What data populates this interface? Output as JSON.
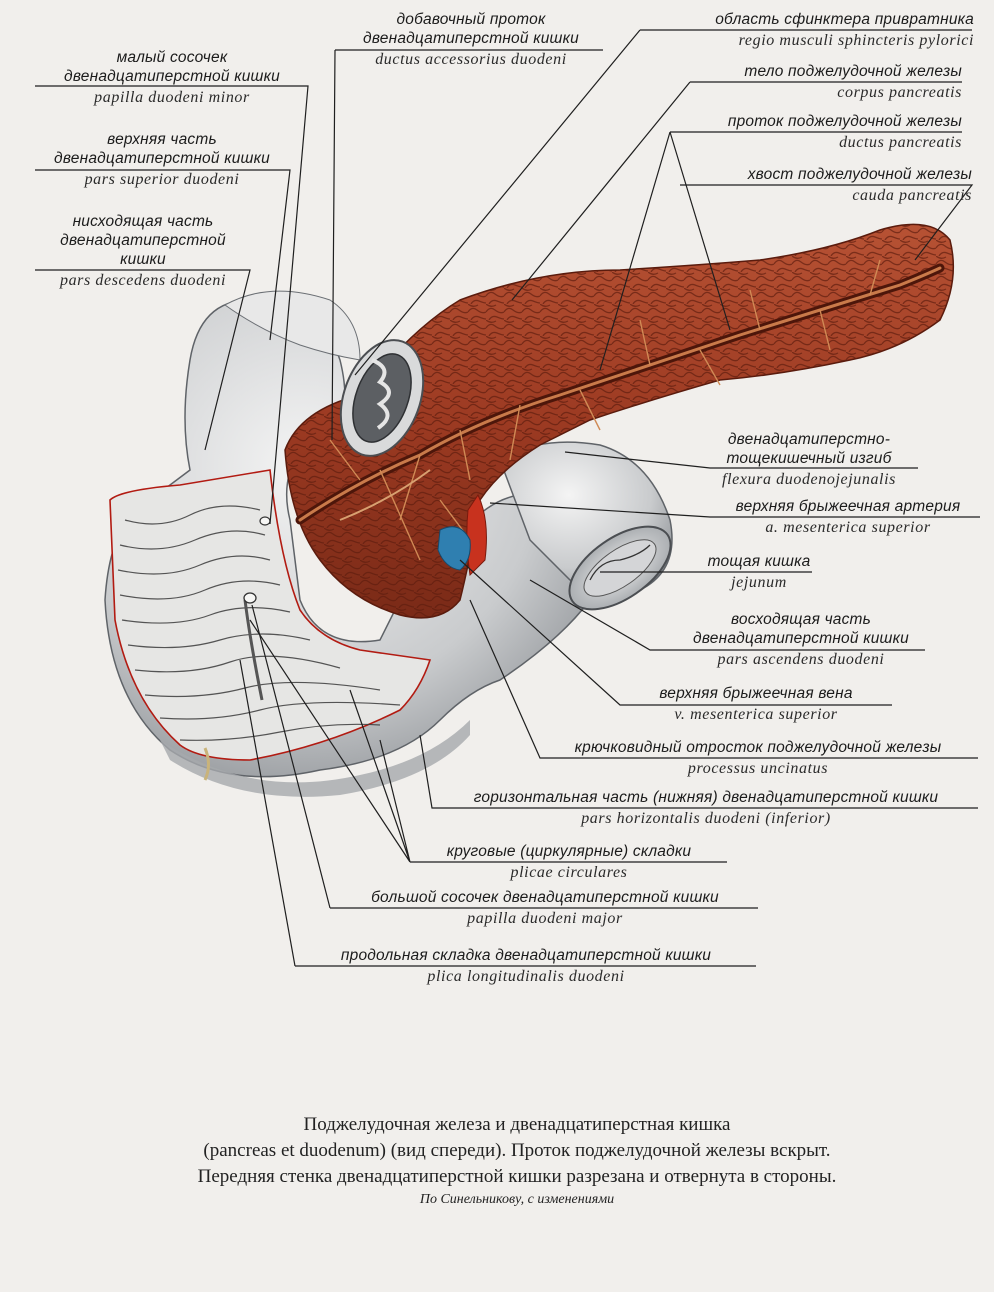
{
  "labels": {
    "dobavochny": {
      "ru": [
        "добавочный проток",
        "двенадцатиперстной кишки"
      ],
      "la": "ductus accessorius duodeni"
    },
    "sphincter": {
      "ru": [
        "область сфинктера привратника"
      ],
      "la": "regio musculi sphincteris pylorici"
    },
    "maly": {
      "ru": [
        "малый сосочек",
        "двенадцатиперстной кишки"
      ],
      "la": "papilla duodeni minor"
    },
    "telo": {
      "ru": [
        "тело поджелудочной железы"
      ],
      "la": "corpus pancreatis"
    },
    "verkhnyaya_chast": {
      "ru": [
        "верхняя часть",
        "двенадцатиперстной кишки"
      ],
      "la": "pars superior duodeni"
    },
    "protok": {
      "ru": [
        "проток поджелудочной железы"
      ],
      "la": "ductus pancreatis"
    },
    "khvost": {
      "ru": [
        "хвост поджелудочной железы"
      ],
      "la": "cauda pancreatis"
    },
    "niskhodyashchaya": {
      "ru": [
        "нисходящая часть",
        "двенадцатиперстной",
        "кишки"
      ],
      "la": "pars descedens duodeni"
    },
    "izgib": {
      "ru": [
        "двенадцатиперстно-",
        "тощекишечный изгиб"
      ],
      "la": "flexura duodenojejunalis"
    },
    "arteria": {
      "ru": [
        "верхняя брыжеечная артерия"
      ],
      "la": "a. mesenterica superior"
    },
    "toshchaya": {
      "ru": [
        "тощая кишка"
      ],
      "la": "jejunum"
    },
    "voskhodyashchaya": {
      "ru": [
        "восходящая часть",
        "двенадцатиперстной кишки"
      ],
      "la": "pars ascendens duodeni"
    },
    "vena": {
      "ru": [
        "верхняя брыжеечная вена"
      ],
      "la": "v. mesenterica superior"
    },
    "kryuchkovidny": {
      "ru": [
        "крючковидный отросток поджелудочной железы"
      ],
      "la": "processus uncinatus"
    },
    "gorizontalnaya": {
      "ru": [
        "горизонтальная часть (нижняя) двенадцатиперстной кишки"
      ],
      "la": "pars horizontalis duodeni (inferior)"
    },
    "krugovye": {
      "ru": [
        "круговые (циркулярные) складки"
      ],
      "la": "plicae circulares"
    },
    "bolshoy": {
      "ru": [
        "большой сосочек двенадцатиперстной кишки"
      ],
      "la": "papilla duodeni major"
    },
    "prodolnaya": {
      "ru": [
        "продольная складка двенадцатиперстной кишки"
      ],
      "la": "plica longitudinalis duodeni"
    }
  },
  "caption": {
    "line1": "Поджелудочная железа и двенадцатиперстная кишка",
    "line2": "(pancreas et duodenum) (вид спереди). Проток поджелудочной железы вскрыт.",
    "line3": "Передняя стенка двенадцатиперстной кишки разрезана и отвернута в стороны.",
    "credit": "По Синельникову, с изменениями"
  },
  "colors": {
    "background": "#f1efec",
    "pancreas": "#a8442a",
    "pancreas_dark": "#6e2414",
    "duodenum": "#cfd1d3",
    "duodenum_shadow": "#8d9095",
    "mucosa": "#e4e4e2",
    "fold": "#3a3a3a",
    "artery": "#c8321e",
    "vein": "#2f7fb0",
    "leader": "#1f1f1f"
  }
}
